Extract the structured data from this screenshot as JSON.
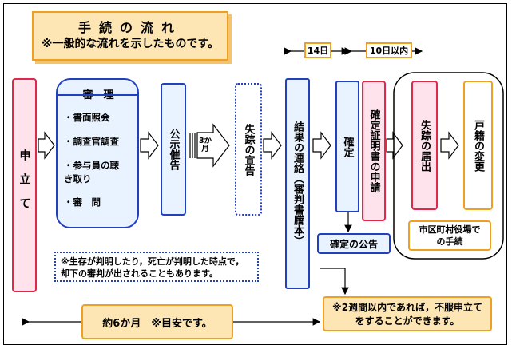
{
  "title": {
    "main": "手続の流れ",
    "sub": "※一般的な流れを示したものです。"
  },
  "periods": {
    "p1": "14日",
    "p2": "10日以内"
  },
  "steps": {
    "application": "申立て",
    "examination": {
      "title": "審　理",
      "items": [
        "・書面照会",
        "・調査官調査",
        "・参与員の聴き取り",
        "・審　問"
      ]
    },
    "public_notice": "公示催告",
    "duration": "3か月",
    "declaration": "失踪の宣告",
    "result_notice": "結果の連絡（審判書謄本）",
    "finalization": "確定",
    "certificate_application": "確定証明書の申請",
    "disappearance_report": "失踪の届出",
    "registry_change": "戸籍の変更",
    "municipal_label": "市区町村役場での手続",
    "finalization_announcement": "確定の公告"
  },
  "notes": {
    "dismissal": "※生存が判明したり，死亡が判明した時点で，却下の審判が出されることもあります。",
    "appeal": "※2週間以内であれば，不服申立てをすることができます。",
    "overall_duration": "約6か月　※目安です。"
  }
}
